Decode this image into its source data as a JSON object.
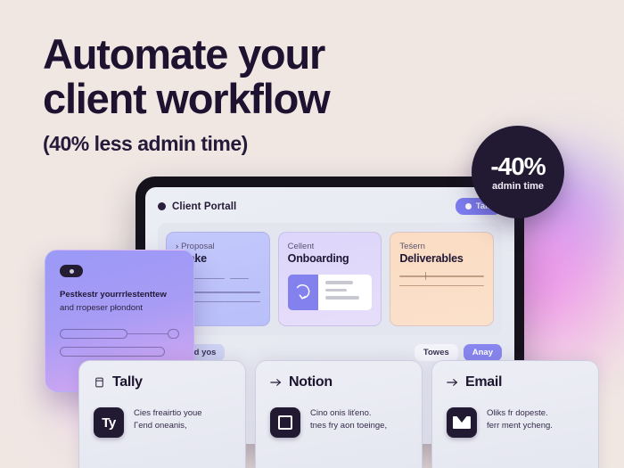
{
  "hero": {
    "line1": "Automate your",
    "line2": "client workflow",
    "subtitle": "(40% less admin time)"
  },
  "badge": {
    "value": "-40%",
    "label": "admin time"
  },
  "tablet": {
    "header": {
      "title": "Client Portall",
      "tab_label": "Talk"
    },
    "columns": [
      {
        "kicker": "Proposal",
        "chevron": "›",
        "title": "intake"
      },
      {
        "kicker": "Cellent",
        "title": "Onboarding"
      },
      {
        "kicker": "Teśern",
        "title": "Deliverables"
      }
    ],
    "pills": {
      "left": "Piesand yos",
      "right": [
        "Towes",
        "Anay"
      ]
    }
  },
  "float_card": {
    "line1": "Pestkestr yourrrlestenttew",
    "line2": "and rropeser płondont"
  },
  "integrations": [
    {
      "title": "Tally",
      "icon": "form-icon",
      "logo_text": "Ty",
      "desc_line1": "Cies freairtio youe",
      "desc_line2": "Γend oneanis,"
    },
    {
      "title": "Notion",
      "icon": "arrow-right-icon",
      "logo_text": "",
      "desc_line1": "Cino onis liťeno.",
      "desc_line2": "tnes fry aon toeinge,"
    },
    {
      "title": "Email",
      "icon": "arrow-right-icon",
      "logo_text": "",
      "desc_line1": "Oliks fr dopeste.",
      "desc_line2": "ferr ment ycheng."
    }
  ],
  "colors": {
    "background": "#f0e7e3",
    "ink": "#1d1330",
    "accent": "#8886ef",
    "badge_bg": "#221a33"
  }
}
